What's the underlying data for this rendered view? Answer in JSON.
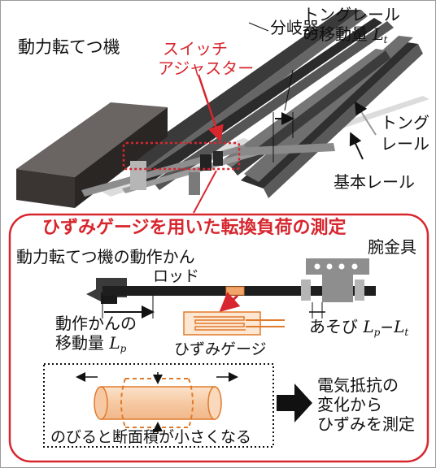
{
  "labels": {
    "power_machine": "動力転てつ機",
    "branch_device": "分岐器",
    "tongue_move_line1": "トングレール",
    "tongue_move_line2": "の移動量",
    "tongue_move_var": "L",
    "tongue_move_sub": "t",
    "switch_adjuster_line1": "スイッチ",
    "switch_adjuster_line2": "アジャスター",
    "tongue_rail_line1": "トング",
    "tongue_rail_line2": "レール",
    "stock_rail": "基本レール",
    "panel_title": "ひずみゲージを用いた転換負荷の測定",
    "rod_line1": "動力転てつ機の動作かん",
    "rod_line2": "ロッド",
    "bracket": "腕金具",
    "rod_move_line1": "動作かんの",
    "rod_move_line2": "移動量",
    "rod_move_var": "L",
    "rod_move_sub": "p",
    "play_label": "あそび",
    "play_var1": "L",
    "play_sub1": "p",
    "play_minus": "−",
    "play_var2": "L",
    "play_sub2": "t",
    "strain_gauge": "ひずみゲージ",
    "result_line1": "電気抵抗の",
    "result_line2": "変化から",
    "result_line3": "ひずみを測定",
    "deform_caption": "のびると断面積が小さくなる"
  },
  "colors": {
    "accent_red": "#d7262e",
    "rail_dark": "#2f2f2f",
    "machine_dark": "#3a3532",
    "gauge_orange": "#e07a2c",
    "gauge_fill": "#f7d3b3"
  }
}
